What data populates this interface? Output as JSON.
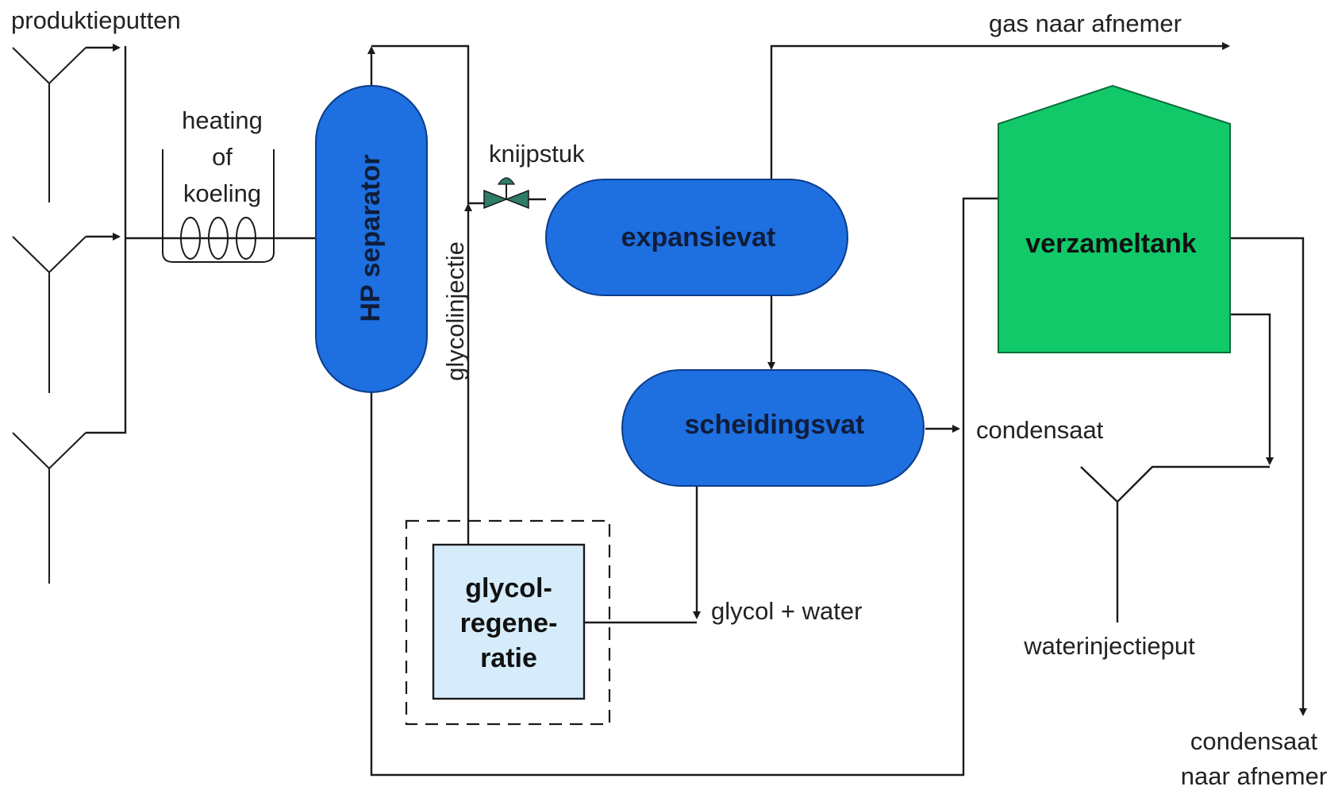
{
  "labels": {
    "produktieputten": "produktieputten",
    "heating_1": "heating",
    "heating_2": "of",
    "heating_3": "koeling",
    "knijpstuk": "knijpstuk",
    "glycolinjectie": "glycolinjectie",
    "gas_naar_afnemer": "gas naar afnemer",
    "condensaat": "condensaat",
    "glycol_water": "glycol + water",
    "waterinjectieput": "waterinjectieput",
    "condensaat_afnemer_1": "condensaat",
    "condensaat_afnemer_2": "naar afnemer"
  },
  "vessels": {
    "hp_separator": "HP separator",
    "expansievat": "expansievat",
    "scheidingsvat": "scheidingsvat",
    "verzameltank": "verzameltank",
    "glycol_1": "glycol-",
    "glycol_2": "regene-",
    "glycol_3": "ratie"
  },
  "colors": {
    "vessel_blue": "#1e6fe0",
    "tank_green": "#12c96a",
    "glycol_box": "#d6ecfb",
    "valve_green": "#2e7d68"
  }
}
